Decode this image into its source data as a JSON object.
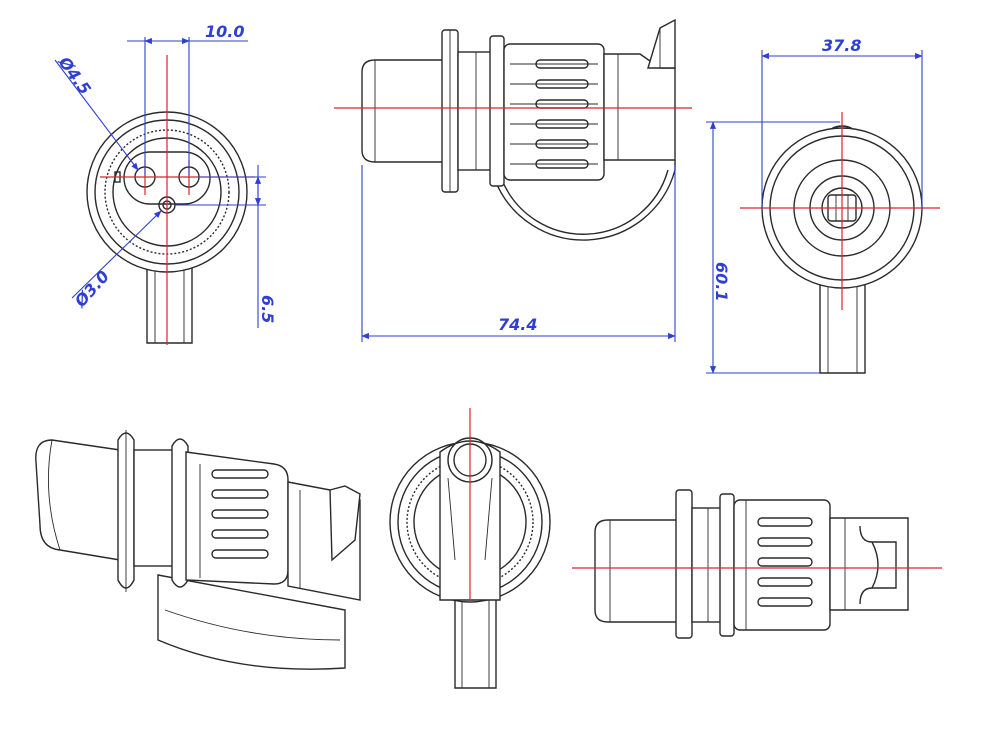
{
  "colors": {
    "outline": "#2a2a2a",
    "centerline": "#d8262d",
    "dimension": "#2f3fd1",
    "background": "#ffffff"
  },
  "dimensions": {
    "hole_spacing": "10.0",
    "hole_diameter": "Ø4.5",
    "pin_diameter": "Ø3.0",
    "pin_offset": "6.5",
    "overall_length": "74.4",
    "overall_width": "37.8",
    "overall_height": "60.1"
  },
  "views": [
    {
      "id": "front-view"
    },
    {
      "id": "side-view"
    },
    {
      "id": "rear-view"
    },
    {
      "id": "iso-view"
    },
    {
      "id": "back-view"
    },
    {
      "id": "top-view"
    }
  ]
}
